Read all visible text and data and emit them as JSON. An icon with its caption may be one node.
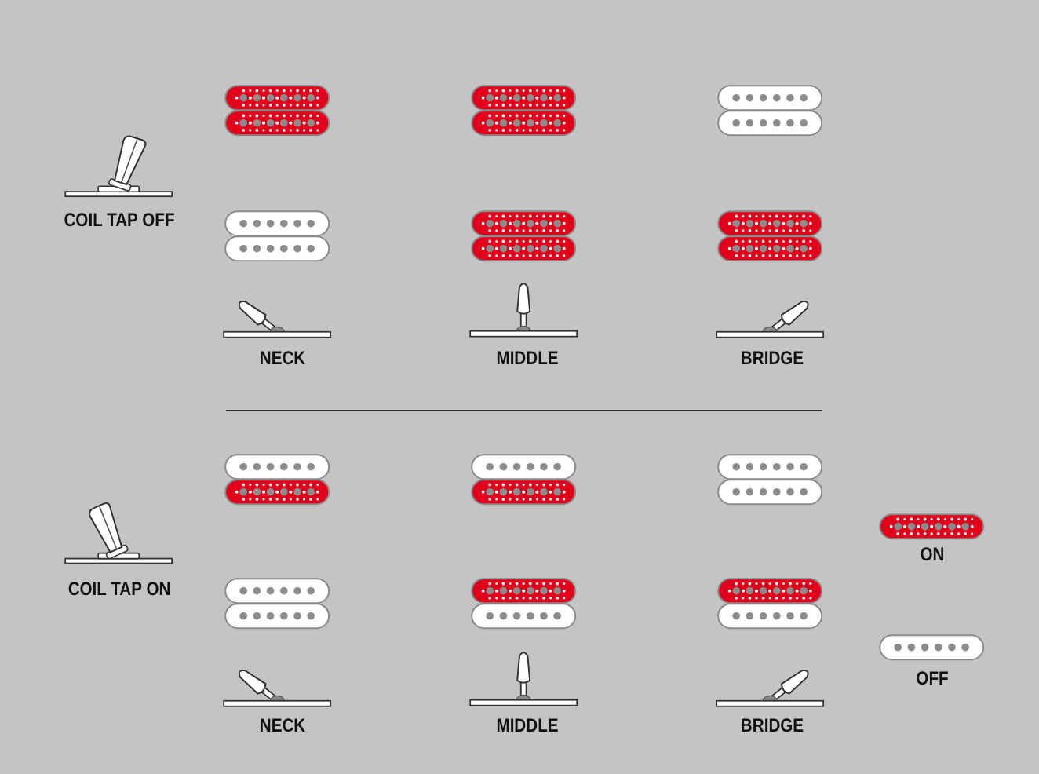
{
  "diagram": {
    "labels": [
      "COIL TAP OFF",
      "NECK",
      "MIDDLE",
      "BRIDGE",
      "COIL TAP ON",
      "NECK",
      "MIDDLE",
      "BRIDGE"
    ],
    "legend": [
      {
        "text": "ON",
        "color": "#e3001b"
      },
      {
        "text": "OFF",
        "color": "#ffffff"
      }
    ]
  }
}
